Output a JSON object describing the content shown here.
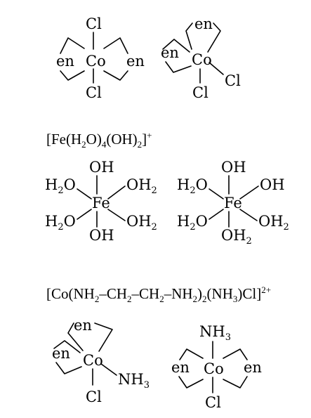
{
  "atoms": {
    "cl": "Cl",
    "co": "Co",
    "fe": "Fe",
    "en": "en",
    "oh": "OH",
    "h": "H",
    "o": "O",
    "nh": "NH",
    "two": "2",
    "three": "3"
  },
  "formula1": {
    "prefix": "[Fe(H",
    "sub1": "2",
    "mid1": "O)",
    "sub2": "4",
    "mid2": "(OH)",
    "sub3": "2",
    "close": "]",
    "charge": "+"
  },
  "formula2": {
    "p1": "[Co(NH",
    "s1": "2",
    "p2": "–CH",
    "s2": "2",
    "p3": "–CH",
    "s3": "2",
    "p4": "–NH",
    "s4": "2",
    "p5": ")",
    "s5": "2",
    "p6": "(NH",
    "s6": "3",
    "p7": ")Cl]",
    "charge": "2+"
  }
}
